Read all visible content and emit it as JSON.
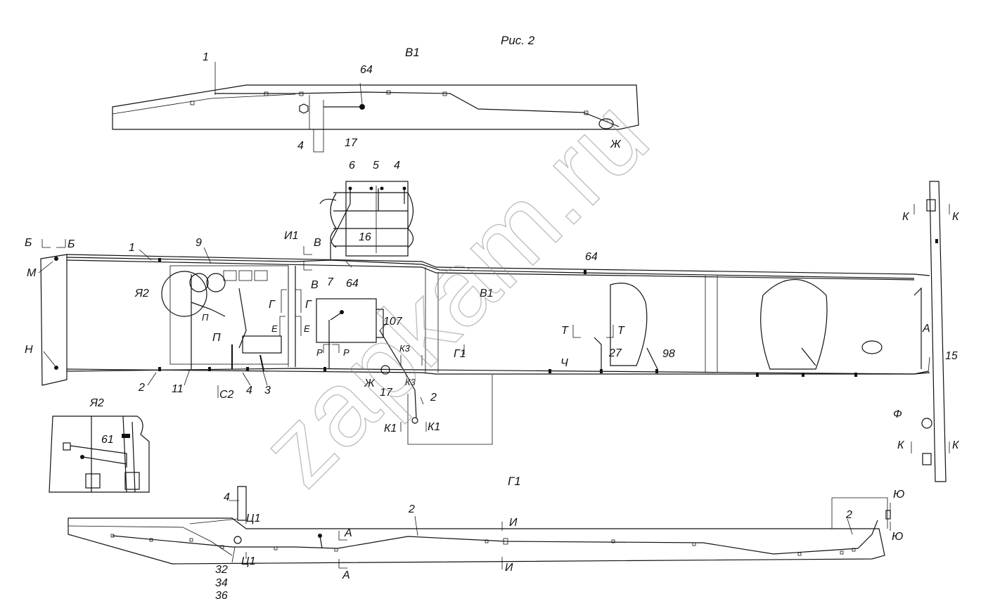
{
  "figure": {
    "title": "Рис. 2",
    "watermark": "zapkam.ru"
  },
  "views": {
    "v1_title": "В1",
    "g1_title": "Г1",
    "ya2_title": "Я2"
  },
  "labels": {
    "top": {
      "n1": "1",
      "n64": "64",
      "n4": "4",
      "n17": "17",
      "zh": "Ж"
    },
    "main": {
      "n6": "6",
      "n5": "5",
      "n4": "4",
      "n16": "16",
      "n9": "9",
      "n1": "1",
      "i1": "И1",
      "b_sec": "В",
      "b_sec2": "В",
      "n7": "7",
      "n64a": "64",
      "n64b": "64",
      "b_left": "Б",
      "b_right": "Б",
      "m": "М",
      "ya2": "Я2",
      "n_letter": "Н",
      "g_left": "Г",
      "g_right": "Г",
      "e_left": "Е",
      "e_right": "Е",
      "p_small": "П",
      "p_big": "П",
      "r_left": "Р",
      "r_right": "Р",
      "n107": "107",
      "k3_top": "К3",
      "k3_bot": "К3",
      "g1": "Г1",
      "v1": "В1",
      "t_left": "Т",
      "t_right": "Т",
      "n27": "27",
      "n98": "98",
      "ch": "Ч",
      "n2": "2",
      "n11": "11",
      "c2": "С2",
      "n4b": "4",
      "n3": "3",
      "zh": "Ж",
      "n17": "17",
      "n2b": "2",
      "k1_left": "К1",
      "k1_right": "К1",
      "k_tl": "К",
      "k_tr": "К",
      "a": "А",
      "n15": "15",
      "f": "Ф",
      "k_bl": "К",
      "k_br": "К"
    },
    "ya2": {
      "n61": "61"
    },
    "bottom": {
      "n4": "4",
      "c1_top": "Ц1",
      "c1_bot": "Ц1",
      "n2": "2",
      "i_top": "И",
      "i_bot": "И",
      "a_top": "А",
      "a_bot": "А",
      "n2b": "2",
      "yu_top": "Ю",
      "yu_bot": "Ю",
      "n32": "32",
      "n34": "34",
      "n36": "36"
    }
  }
}
